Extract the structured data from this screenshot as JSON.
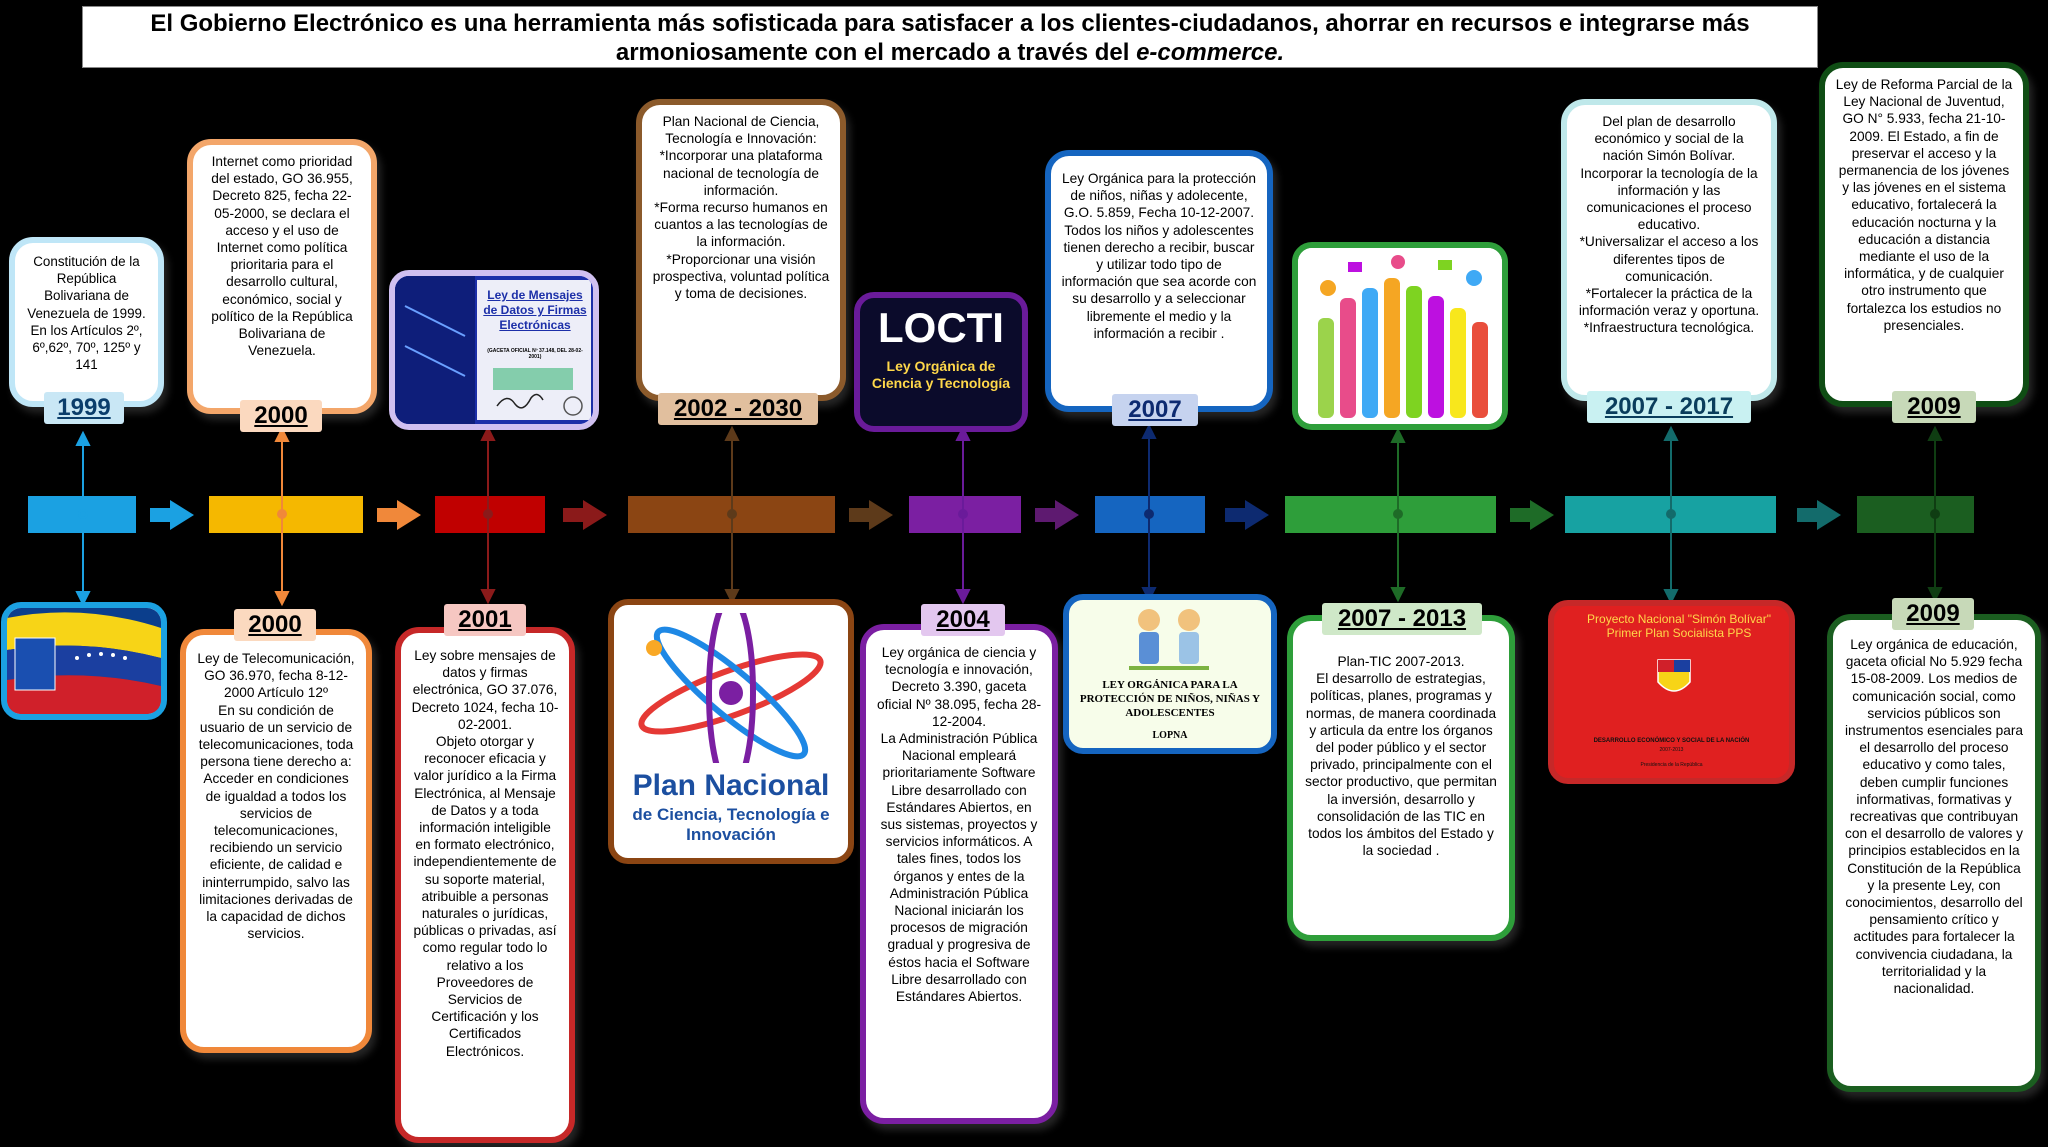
{
  "header": {
    "line1": "El Gobierno Electrónico es una herramienta más sofisticada para satisfacer a los clientes-ciudadanos, ahorrar en recursos e integrarse más",
    "line2_prefix": "armoniosamente con el mercado a través del ",
    "line2_italic": "e-commerce."
  },
  "timeline": {
    "top": [
      {
        "year": "1999",
        "text": "Constitución de la República Bolivariana de Venezuela de 1999. En los Artículos 2º, 6º,62º, 70º, 125º y 141",
        "color": "#1ba1e2"
      },
      {
        "year": "2000",
        "text": "Internet como prioridad del estado, GO 36.955, Decreto 825, fecha 22-05-2000, se declara el acceso y el uso de Internet como política prioritaria para el desarrollo cultural, económico, social y político de la República Bolivariana de Venezuela.",
        "color": "#f0883a"
      },
      {
        "year": "2002 - 2030",
        "text": "Plan Nacional de Ciencia, Tecnología e Innovación:\n*Incorporar una plataforma nacional de tecnología de información.\n*Forma recurso humanos en cuantos a las tecnologías de la información.\n*Proporcionar una visión prospectiva, voluntad política y toma de decisiones.",
        "color": "#8b4513"
      },
      {
        "year": "2007",
        "text": "Ley Orgánica para la protección de niños, niñas y adolecente, G.O. 5.859, Fecha 10-12-2007. Todos los niños y adolescentes tienen derecho a recibir, buscar y utilizar todo tipo de información que sea acorde con su desarrollo y a seleccionar libremente el medio y la información a recibir .",
        "color": "#1565c0"
      },
      {
        "year": "2007 - 2017",
        "text": "Del plan de desarrollo económico y social de la nación Simón Bolívar.\nIncorporar la tecnología de la información y las comunicaciones el proceso educativo.\n*Universalizar el acceso a los diferentes tipos de comunicación.\n*Fortalecer la práctica de la información veraz y oportuna.\n*Infraestructura tecnológica.",
        "color": "#17a2a2"
      },
      {
        "year": "2009",
        "text": "Ley de Reforma Parcial de la Ley Nacional de Juventud, GO N° 5.933, fecha 21-10-2009. El Estado, a fin de preservar el acceso y la permanencia de los jóvenes y las jóvenes en el sistema educativo, fortalecerá la educación nocturna y la educación a distancia mediante el uso de la informática, y de cualquier otro instrumento que fortalezca los estudios no presenciales.",
        "color": "#1b5e20"
      }
    ],
    "bottom": [
      {
        "year": "2000",
        "text": "Ley de Telecomunicación, GO 36.970, fecha 8-12-2000 Artículo 12º\nEn su condición de usuario de un servicio de telecomunicaciones, toda persona tiene derecho a:\nAcceder en condiciones de igualdad a todos los servicios de telecomunicaciones, recibiendo un servicio eficiente, de calidad e ininterrumpido, salvo las limitaciones derivadas de la capacidad de dichos servicios.",
        "color": "#f0883a"
      },
      {
        "year": "2001",
        "text": "Ley sobre mensajes de datos y firmas electrónica, GO 37.076, Decreto 1024, fecha 10-02-2001.\nObjeto otorgar y reconocer eficacia y valor jurídico a la Firma Electrónica, al Mensaje de Datos y a toda información inteligible en formato electrónico, independientemente de su soporte material, atribuible a personas naturales o jurídicas, públicas o privadas, así como regular todo lo relativo a los Proveedores de Servicios de Certificación y los Certificados Electrónicos.",
        "color": "#c62828"
      },
      {
        "year": "2004",
        "text": "Ley orgánica de ciencia y tecnología e innovación, Decreto 3.390, gaceta oficial Nº 38.095, fecha 28-12-2004.\nLa Administración Pública Nacional empleará prioritariamente Software Libre desarrollado con Estándares Abiertos, en sus sistemas, proyectos y servicios informáticos. A tales fines, todos los órganos y entes de la Administración Pública Nacional iniciarán los procesos de migración gradual y progresiva de éstos hacia el Software Libre desarrollado con Estándares Abiertos.",
        "color": "#7b1fa2"
      },
      {
        "year": "2007 - 2013",
        "text": "Plan-TIC 2007-2013.\nEl desarrollo de estrategias, políticas, planes, programas y normas, de manera coordinada y articula da entre los órganos del poder público y el sector privado, principalmente con el sector productivo, que permitan la inversión, desarrollo y consolidación de las TIC en todos los ámbitos del Estado y la sociedad .",
        "color": "#2e9e3a"
      },
      {
        "year": "2009",
        "text": "Ley orgánica de educación, gaceta oficial No 5.929 fecha 15-08-2009. Los medios de comunicación social, como servicios públicos son instrumentos esenciales para el desarrollo del proceso educativo y como tales, deben cumplir funciones informativas, formativas y recreativas que contribuyan con el desarrollo de valores y principios establecidos en la Constitución de la República y la presente Ley, con conocimientos, desarrollo del pensamiento crítico y actitudes para fortalecer la convivencia ciudadana, la territorialidad y la nacionalidad.",
        "color": "#1b5e20"
      }
    ]
  },
  "images": {
    "ley_mensajes": {
      "title": "Ley de Mensajes de Datos y Firmas Electrónicas",
      "caption": "(GACETA OFICIAL Nº 37.148, DEL 28-02-2001)"
    },
    "locti": {
      "big": "LOCTI",
      "sub": "Ley Orgánica de Ciencia y Tecnología"
    },
    "plan_nacional": {
      "title": "Plan Nacional",
      "subtitle": "de Ciencia, Tecnología e Innovación"
    },
    "lopna": {
      "title": "LEY ORGÁNICA PARA LA PROTECCIÓN DE NIÑOS, NIÑAS Y ADOLESCENTES",
      "acronym": "LOPNA"
    },
    "proyecto": {
      "title": "Proyecto Nacional \"Simón Bolívar\" Primer Plan Socialista PPS",
      "caption": "DESARROLLO ECONÓMICO Y SOCIAL DE LA NACIÓN",
      "years": "2007-2013",
      "footer": "Presidencia de la República"
    }
  },
  "colors": {
    "bar_blue_light": "#1ba1e2",
    "bar_yellow": "#f5b800",
    "bar_red": "#c00000",
    "bar_brown": "#8b4513",
    "bar_purple": "#7b1fa2",
    "bar_blue": "#1565c0",
    "bar_green": "#2e9e3a",
    "bar_teal": "#17a2a2",
    "bar_dark_green": "#1b5e20"
  }
}
